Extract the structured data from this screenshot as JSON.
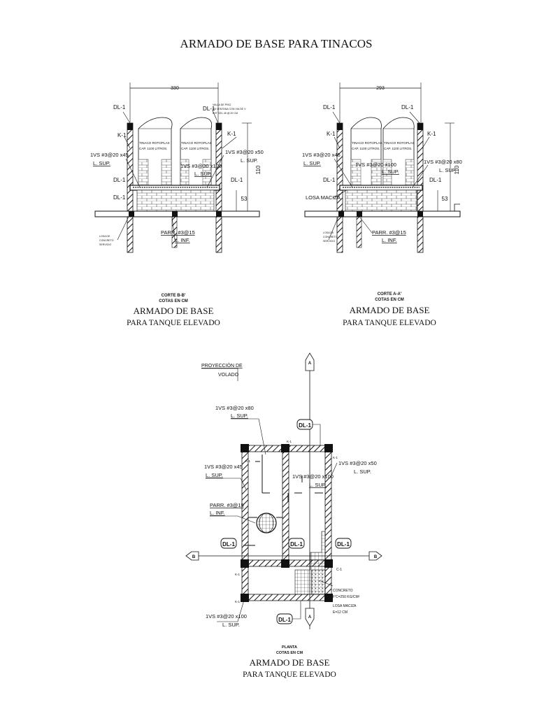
{
  "page": {
    "title": "ARMADO DE BASE PARA TINACOS"
  },
  "section_b": {
    "dimension": "330",
    "height_dim": "110",
    "small_dim": "53",
    "dl1_labels": [
      "DL-1",
      "DL-1",
      "DL-1",
      "DL-1",
      "DL-1"
    ],
    "k1_labels": [
      "K-1",
      "K-1"
    ],
    "tank_left": [
      "TINACO ROTOPLAS",
      "CAP. 1100 LITROS."
    ],
    "tank_right": [
      "TINACO ROTOPLAS",
      "CAP. 1100 LITROS."
    ],
    "note_top": [
      "VALLA DE PISO",
      "EN VENTANA CON VIA DE V",
      "EST DEL 45 @ 20 CM"
    ],
    "rebar_left": [
      "1VS #3@20 x45",
      "L. SUP."
    ],
    "rebar_center": [
      "1VS #3@20 x100",
      "L. SUP."
    ],
    "rebar_right": [
      "1VS #3@20 x50",
      "L. SUP."
    ],
    "parr": [
      "PARR. #3@15",
      "L. INF."
    ],
    "slab_note": [
      "LOSA DE",
      "CONCRETO",
      "SERVICIO"
    ],
    "caption_small": [
      "CORTE B-B'",
      "COTAS EN CM"
    ],
    "caption_big": [
      "ARMADO DE BASE",
      "PARA TANQUE ELEVADO"
    ]
  },
  "section_a": {
    "dimension": "293",
    "height_dim": "110",
    "small_dim": "53",
    "dl1_labels": [
      "DL-1",
      "DL-1",
      "DL-1",
      "DL-1"
    ],
    "k1_labels": [
      "K-1",
      "K-1"
    ],
    "tank_left": [
      "TINACO ROTOPLAS",
      "CAP. 1100 LITROS."
    ],
    "tank_right": [
      "TINACO ROTOPLAS",
      "CAP. 1100 LITROS."
    ],
    "rebar_left": [
      "1VS #3@20 x45",
      "L. SUP."
    ],
    "rebar_center": [
      "1VS #3@20 x100",
      "L. SUP."
    ],
    "rebar_right": [
      "1VS #3@20 x80",
      "L. SUP."
    ],
    "losa": "LOSA MACIZA",
    "parr": [
      "PARR. #3@15",
      "L. INF."
    ],
    "slab_note": [
      "LOSA DE",
      "CONCRETO",
      "SERVICIO"
    ],
    "caption_small": [
      "CORTE A-A'",
      "COTAS EN CM"
    ],
    "caption_big": [
      "ARMADO DE BASE",
      "PARA TANQUE ELEVADO"
    ]
  },
  "plan": {
    "proyeccion": [
      "PROYECCIÓN DE",
      "VOLADO"
    ],
    "rebar_top": [
      "1VS #3@20 x80",
      "L. SUP."
    ],
    "rebar_left": [
      "1VS #3@20 x45",
      "L. SUP."
    ],
    "rebar_center": [
      "1VS #3@20 x100",
      "L. SUP."
    ],
    "rebar_right": [
      "1VS #3@20 x50",
      "L. SUP."
    ],
    "rebar_bottom": [
      "1VS #3@20 x100",
      "L. SUP."
    ],
    "parr": [
      "PARR. #3@15",
      "L. INF."
    ],
    "dl1": "DL-1",
    "k1": "K-1",
    "c1": "C-1",
    "axis_a": "A",
    "axis_b": "B",
    "concrete": [
      "CONCRETO",
      "F'C=250 KG/CM²",
      "LOSA MACIZA",
      "E=12 CM"
    ],
    "caption_small": [
      "PLANTA",
      "COTAS EN CM"
    ],
    "caption_big": [
      "ARMADO DE BASE",
      "PARA TANQUE ELEVADO"
    ]
  }
}
